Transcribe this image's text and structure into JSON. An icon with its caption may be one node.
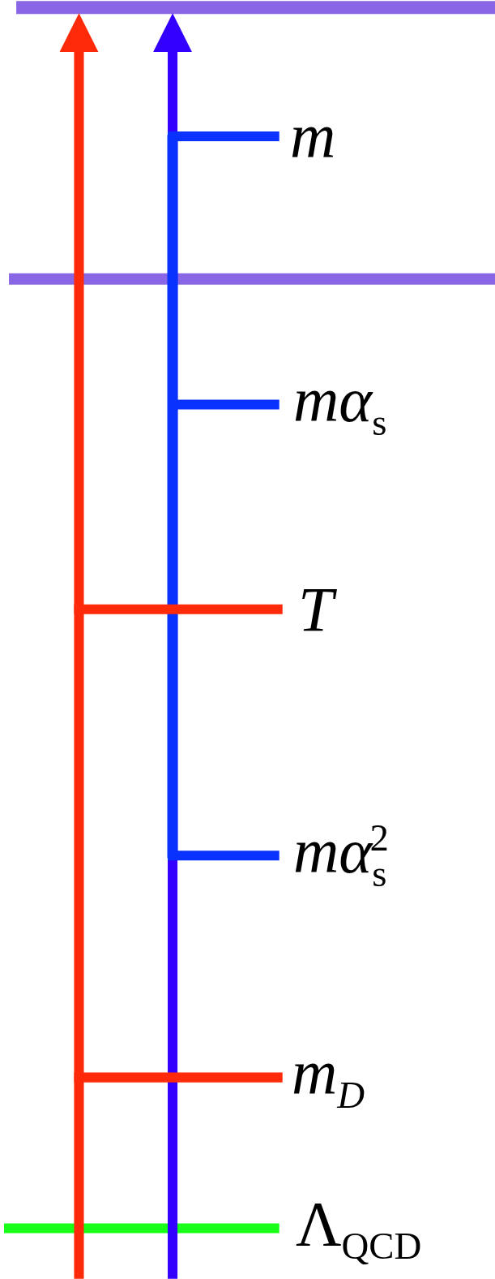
{
  "diagram": {
    "labels": [
      "m",
      "mα$_{s}$",
      "T",
      "mα$_{s}$$^{2}$",
      "m$_{D}$",
      "Λ$_{QCD}$"
    ]
  }
}
